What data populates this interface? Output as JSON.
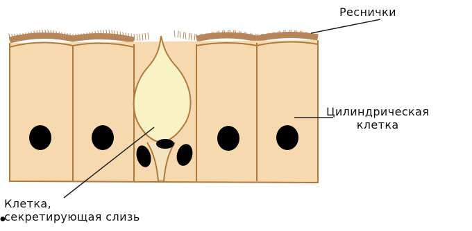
{
  "labels": {
    "cilia": "Реснички",
    "columnar_cell_line1": "Цилиндрическая",
    "columnar_cell_line2": "клетка",
    "goblet_cell_line1": "Клетка,",
    "goblet_cell_line2": "секретирующая слизь"
  },
  "colors": {
    "cell_fill": "#f7d9b0",
    "cell_outline": "#b07a3c",
    "cilia": "#b6855a",
    "goblet_fill": "#f8f2c4",
    "nucleus": "#000000",
    "leader_line": "#222222"
  }
}
